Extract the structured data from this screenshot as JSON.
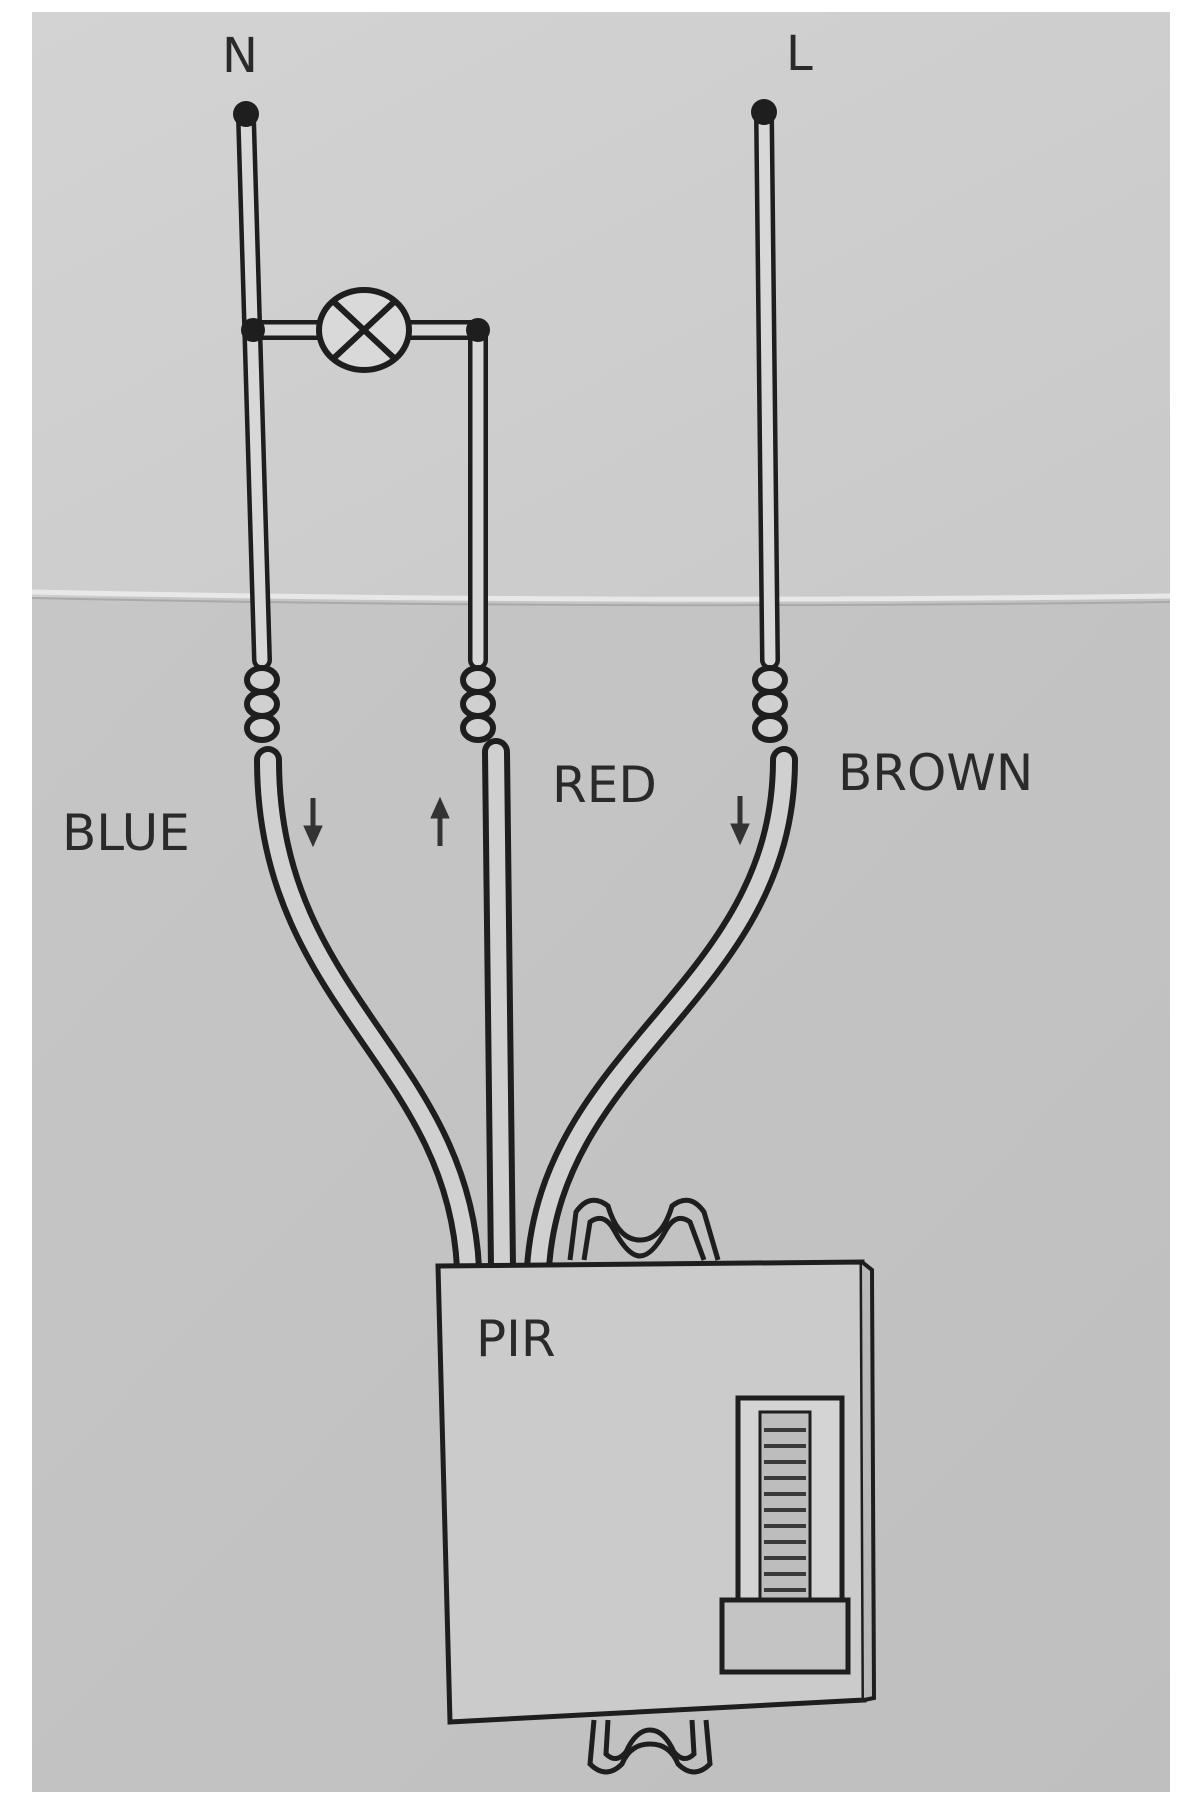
{
  "labels": {
    "neutral": "N",
    "live": "L",
    "blue": "BLUE",
    "red": "RED",
    "brown": "BROWN",
    "device": "PIR"
  },
  "icons": {
    "lamp": "lamp-icon",
    "arrows": [
      "arrow-down-icon",
      "arrow-up-icon",
      "arrow-down-icon"
    ]
  },
  "colors": {
    "paper_top": "#cfcfcf",
    "paper_bottom": "#c4c4c4",
    "ink": "#1e1e1e"
  }
}
